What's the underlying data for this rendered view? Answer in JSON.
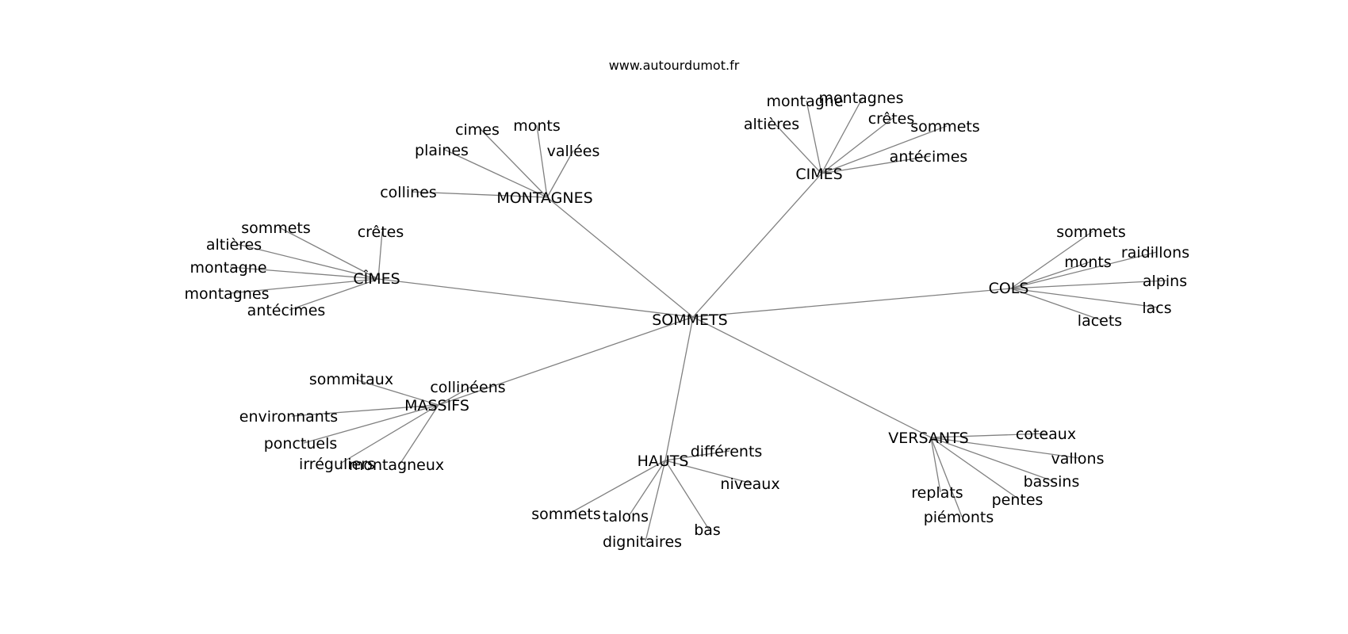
{
  "site": "www.autourdumot.fr",
  "center": "SOMMETS",
  "clusters": [
    {
      "hub": "MONTAGNES",
      "leaves": [
        "cimes",
        "monts",
        "plaines",
        "vallées",
        "collines"
      ]
    },
    {
      "hub": "CIMES",
      "leaves": [
        "montagne",
        "montagnes",
        "altières",
        "crêtes",
        "sommets",
        "antécimes"
      ]
    },
    {
      "hub": "CÎMES",
      "leaves": [
        "sommets",
        "crêtes",
        "altières",
        "montagne",
        "montagnes",
        "antécimes"
      ]
    },
    {
      "hub": "COLS",
      "leaves": [
        "sommets",
        "raidillons",
        "monts",
        "alpins",
        "lacs",
        "lacets"
      ]
    },
    {
      "hub": "MASSIFS",
      "leaves": [
        "sommitaux",
        "collinéens",
        "environnants",
        "ponctuels",
        "irréguliers",
        "montagneux"
      ]
    },
    {
      "hub": "HAUTS",
      "leaves": [
        "différents",
        "niveaux",
        "sommets",
        "talons",
        "dignitaires",
        "bas"
      ]
    },
    {
      "hub": "VERSANTS",
      "leaves": [
        "coteaux",
        "vallons",
        "bassins",
        "replats",
        "pentes",
        "piémonts"
      ]
    }
  ]
}
